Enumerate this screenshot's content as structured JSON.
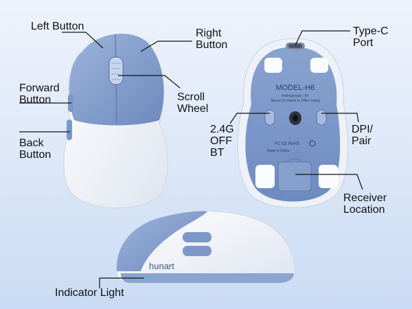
{
  "labels": {
    "left_button": "Left Button",
    "right_button": [
      "Right",
      "Button"
    ],
    "forward_button": [
      "Forward",
      "Button"
    ],
    "back_button": [
      "Back",
      "Button"
    ],
    "scroll_wheel": [
      "Scroll",
      "Wheel"
    ],
    "type_c_port": [
      "Type-C",
      "Port"
    ],
    "mode_switch": [
      "2.4G",
      "OFF",
      "BT"
    ],
    "dpi_pair": [
      "DPI/",
      "Pair"
    ],
    "receiver_location": [
      "Receiver",
      "Location"
    ],
    "indicator_light": "Indicator Light"
  },
  "bottom_text": {
    "model": "MODEL-H6",
    "rating": "Rating(Input) : 5V",
    "usage": "Mouse for Home or Office Using",
    "certs": "FC  CE  RoHS",
    "made_in": "Made in China"
  },
  "brand": "hunart",
  "colors": {
    "mouse_blue": "#7d98c8",
    "mouse_white": "#f1f3f8",
    "background_top": "#eef3fb",
    "background_bottom": "#c9dbf4",
    "indicator": "#35d3ea"
  }
}
